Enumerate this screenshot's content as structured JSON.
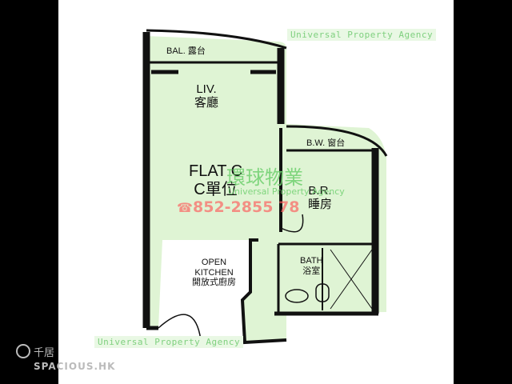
{
  "rooms": {
    "balcony": {
      "en": "BAL.",
      "zh": "露台"
    },
    "living": {
      "en": "LIV.",
      "zh": "客廳"
    },
    "bay_window": {
      "en": "B.W.",
      "zh": "窗台"
    },
    "flat": {
      "en": "FLAT C",
      "zh": "C單位"
    },
    "bedroom": {
      "en": "B.R.",
      "zh": "睡房"
    },
    "bath": {
      "en": "BATH",
      "zh": "浴室"
    },
    "kitchen": {
      "line1": "OPEN",
      "line2": "KITCHEN",
      "zh": "開放式廚房"
    }
  },
  "watermark": {
    "agency_top": "Universal Property Agency",
    "agency_bottom": "Universal Property Agency",
    "agency_cn": "環球物業",
    "agency_en": "Universal Property Agency",
    "phone": "852-2855 78"
  },
  "logo": {
    "cn": "千居",
    "en": "SPACIOUS.HK"
  },
  "colors": {
    "fill": "#dff4d4",
    "wall": "#111111",
    "frame": "#000000",
    "watermark": "#7fd07f",
    "phone": "#ff5a5a"
  },
  "icons": {
    "phone": "telephone-icon",
    "logo": "spacious-logo-icon"
  }
}
